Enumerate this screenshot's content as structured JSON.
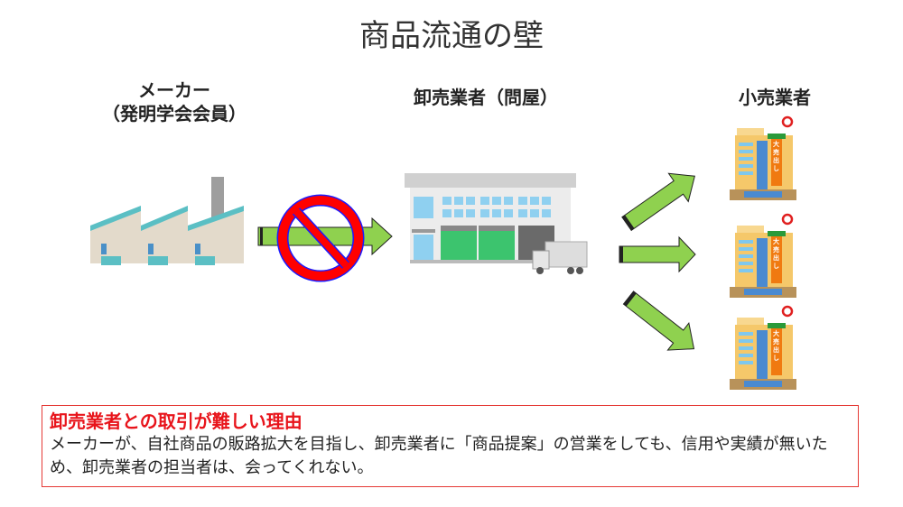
{
  "title": "商品流通の壁",
  "maker": {
    "line1": "メーカー",
    "line2": "（発明学会会員）"
  },
  "wholesaler": {
    "label": "卸売業者（問屋）"
  },
  "retailer": {
    "label": "小売業者",
    "sign_text": "大売出し"
  },
  "reason": {
    "heading": "卸売業者との取引が難しい理由",
    "body": "メーカーが、自社商品の販路拡大を目指し、卸売業者に「商品提案」の営業をしても、信用や実績が無いため、卸売業者の担当者は、会ってくれない。"
  },
  "colors": {
    "arrow": "#8fd14f",
    "prohibit": "#ff0000",
    "border": "#e53935",
    "heading": "#e8141b"
  }
}
